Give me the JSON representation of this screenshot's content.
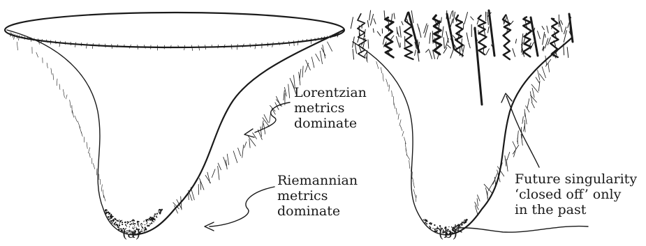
{
  "panel_a": {
    "caption": "(a)",
    "label_top": [
      "Lorentzian",
      "metrics",
      "dominate"
    ],
    "label_bottom": [
      "Riemannian",
      "metrics",
      "dominate"
    ]
  },
  "panel_b": {
    "caption": "(b)",
    "label": [
      "Future singularity",
      "‘closed off’ only",
      "in the past"
    ]
  },
  "colors": {
    "ink": "#1a1a1a",
    "background": "#ffffff"
  }
}
